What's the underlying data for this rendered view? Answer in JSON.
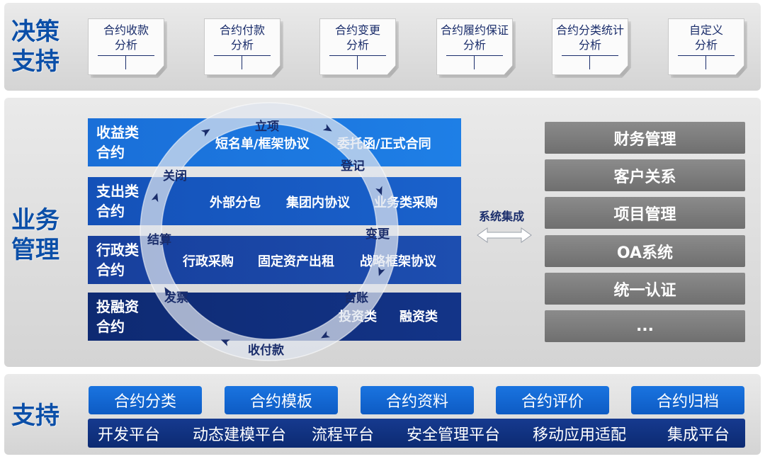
{
  "decision": {
    "label": "决策\n支持",
    "docs": [
      "合约收款\n分析",
      "合约付款\n分析",
      "合约变更\n分析",
      "合约履约保证\n分析",
      "合约分类统计\n分析",
      "自定义\n分析"
    ]
  },
  "business": {
    "label": "业务\n管理",
    "rows": [
      {
        "label": "收益类\n合约",
        "items": [
          "短名单/框架协议",
          "委托函/正式合同"
        ]
      },
      {
        "label": "支出类\n合约",
        "items": [
          "外部分包",
          "集团内协议",
          "业务类采购"
        ]
      },
      {
        "label": "行政类\n合约",
        "items": [
          "行政采购",
          "固定资产出租",
          "战略框架协议"
        ]
      },
      {
        "label": "投融资\n合约",
        "items": [
          "投资类",
          "融资类"
        ]
      }
    ],
    "cycle": [
      "立项",
      "登记",
      "变更",
      "台账",
      "收付款",
      "发票",
      "结算",
      "关闭"
    ],
    "integration_label": "系统集成",
    "systems": [
      "财务管理",
      "客户关系",
      "项目管理",
      "OA系统",
      "统一认证",
      "..."
    ]
  },
  "support": {
    "label": "支持",
    "top": [
      "合约分类",
      "合约模板",
      "合约资料",
      "合约评价",
      "合约归档"
    ],
    "bottom": [
      "开发平台",
      "动态建模平台",
      "流程平台",
      "安全管理平台",
      "移动应用适配",
      "集成平台"
    ]
  },
  "colors": {
    "row1": "#1a6fd8",
    "row2": "#1451b8",
    "row3": "#173f9c",
    "row4": "#0e2a72",
    "label": "#0b4fa8",
    "system": "#7a7a7a",
    "support_top": "#1668d6",
    "support_bar": "#12327f"
  }
}
